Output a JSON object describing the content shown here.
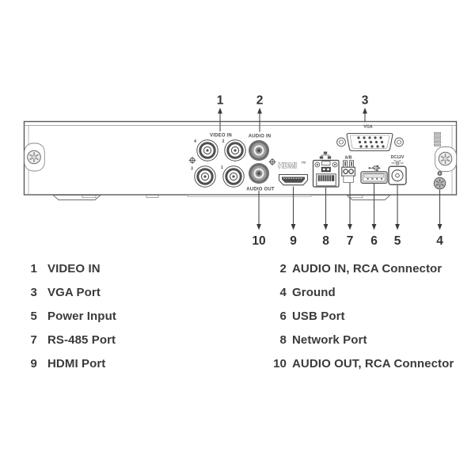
{
  "panel": {
    "labels": {
      "video_in": "VIDEO IN",
      "audio_in": "AUDIO IN",
      "audio_out": "AUDIO OUT",
      "vga": "VGA",
      "ab": "A/B",
      "dc12v": "DC12V",
      "hdmi_logo": "HDMI",
      "hdmi_tm": "TM",
      "bnc_tl": "4",
      "bnc_tr": "2",
      "bnc_bl": "3",
      "bnc_br": "1"
    },
    "callouts": {
      "top": [
        {
          "num": "1"
        },
        {
          "num": "2"
        },
        {
          "num": "3"
        }
      ],
      "bottom": [
        {
          "num": "10"
        },
        {
          "num": "9"
        },
        {
          "num": "8"
        },
        {
          "num": "7"
        },
        {
          "num": "6"
        },
        {
          "num": "5"
        },
        {
          "num": "4"
        }
      ]
    }
  },
  "legend": {
    "items": [
      {
        "num": "1",
        "label": "VIDEO IN"
      },
      {
        "num": "2",
        "label": "AUDIO IN, RCA Connector"
      },
      {
        "num": "3",
        "label": "VGA Port"
      },
      {
        "num": "4",
        "label": "Ground"
      },
      {
        "num": "5",
        "label": "Power Input"
      },
      {
        "num": "6",
        "label": "USB Port"
      },
      {
        "num": "7",
        "label": "RS-485 Port"
      },
      {
        "num": "8",
        "label": "Network Port"
      },
      {
        "num": "9",
        "label": "HDMI Port"
      },
      {
        "num": "10",
        "label": "AUDIO OUT, RCA Connector"
      }
    ]
  },
  "colors": {
    "ink": "#3a3a3a",
    "line": "#4a4a4a",
    "panel-stroke": "#5a5a5a"
  }
}
